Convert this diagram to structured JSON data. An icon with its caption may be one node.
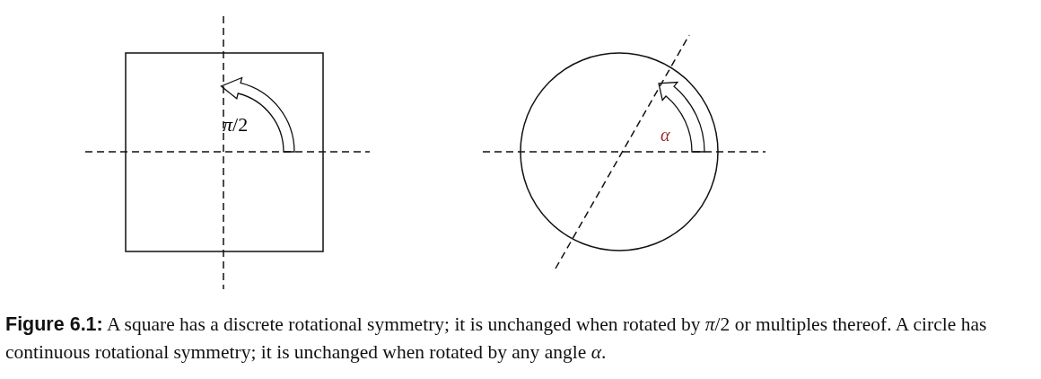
{
  "diagram": {
    "caption": "**Figure 6.1:** A square has a discrete rotational symmetry; it is unchanged when rotated by *π*/2 or multiples thereof. A circle has continuous rotational symmetry; it is unchanged when rotated by any angle *α*.",
    "labels": [
      "*π*/2",
      "*α*"
    ]
  }
}
